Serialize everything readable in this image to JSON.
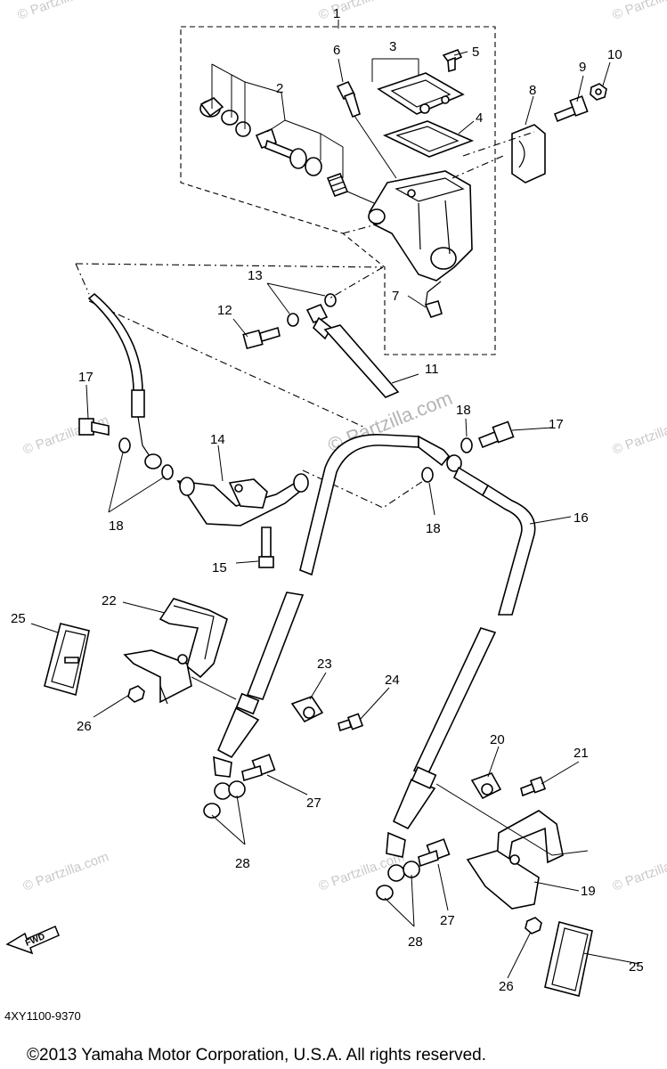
{
  "diagram": {
    "callouts": [
      "1",
      "2",
      "3",
      "4",
      "5",
      "6",
      "7",
      "8",
      "9",
      "10",
      "11",
      "12",
      "13",
      "14",
      "15",
      "16",
      "17",
      "17",
      "18",
      "18",
      "18",
      "19",
      "20",
      "21",
      "22",
      "23",
      "24",
      "25",
      "25",
      "26",
      "26",
      "27",
      "27",
      "28",
      "28"
    ],
    "diagram_code": "4XY1100-9370",
    "fwd_label": "FWD",
    "watermark": "© Partzilla.com",
    "watermark_center": "© Partzilla.com",
    "copyright": "©2013 Yamaha Motor Corporation, U.S.A. All rights reserved."
  }
}
